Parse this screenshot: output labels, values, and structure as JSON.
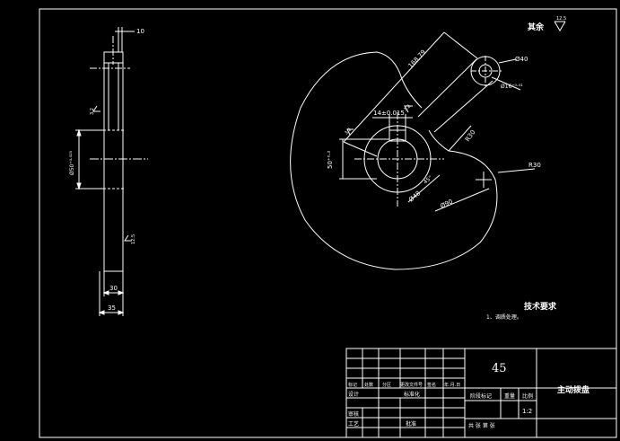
{
  "drawing": {
    "roughness_note": "其余",
    "roughness_value": "12.5",
    "title_material": "45",
    "title_part_name": "主动拨盘",
    "title_scale": "1:2",
    "title_weight_label": "重量",
    "title_scale_label": "比例",
    "title_stage_label": "阶段标记",
    "title_sheet_text": "共  张  第  张",
    "title_row_labels": [
      "标记",
      "处数",
      "分区",
      "更改文件号",
      "签名",
      "年.月.日"
    ],
    "title_designer": "设计",
    "title_standard": "标准化",
    "title_review": "审核",
    "title_process": "工艺",
    "title_approve": "批准",
    "tech_req_title": "技术要求",
    "tech_req_items": [
      "1、调质处理。"
    ]
  },
  "side_view": {
    "dim_top": "10",
    "dim_bottom_inner": "30",
    "dim_bottom_outer": "35",
    "dim_vertical": "Ø50⁺⁰·⁰²⁵",
    "rough_1": "3.2",
    "rough_2": "12.5"
  },
  "front_view": {
    "dim_long": "168.79",
    "dim_pin_outer": "Ø40",
    "dim_pin_inner": "Ø16⁺⁰·⁰¹",
    "dim_keyway": "14±0.015",
    "dim_rough_key": "3.2",
    "dim_rough_left": "3.2",
    "dim_key_height": "50⁺⁰·²",
    "dim_bore": "Ø48",
    "dim_hub": "Ø90",
    "dim_hub_r": "R30",
    "dim_edge_r": "R30",
    "dim_angle": "45°"
  }
}
